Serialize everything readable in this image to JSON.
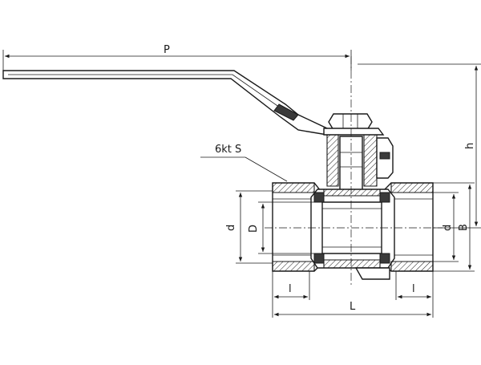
{
  "labels": {
    "P": "P",
    "h": "h",
    "hex": "6kt S",
    "d_left": "d",
    "D": "D",
    "d_right": "d",
    "B": "B",
    "l_left": "l",
    "l_right": "l",
    "L": "L"
  }
}
